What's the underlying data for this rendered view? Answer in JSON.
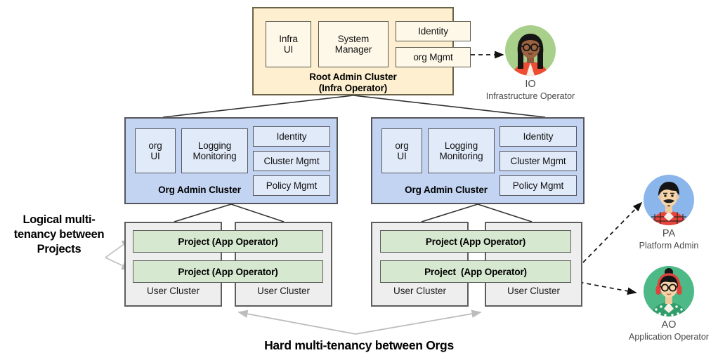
{
  "diagram": {
    "title_bottom": "Hard multi-tenancy between Orgs",
    "note_left": "Logical multi-tenancy between Projects",
    "colors": {
      "root_fill": "#fdefcf",
      "root_module_fill": "#fdf8e8",
      "org_fill": "#c3d4f2",
      "org_module_fill": "#e1eaf9",
      "user_cluster_fill": "#eeeeee",
      "project_fill": "#d6e8d0",
      "edge_stroke": "#333333",
      "gray_arrow": "#bdbdbd",
      "io_circle": "#a8d08a",
      "pa_circle": "#8ab6ec",
      "ao_circle": "#4cb986"
    }
  },
  "root_cluster": {
    "title_line1": "Root Admin Cluster",
    "title_line2": "(Infra Operator)",
    "modules": [
      {
        "label": "Infra\nUI",
        "label_line1": "Infra",
        "label_line2": "UI"
      },
      {
        "label_line1": "System",
        "label_line2": "Manager"
      },
      {
        "label": "Identity"
      },
      {
        "label": "org Mgmt"
      }
    ]
  },
  "org_clusters": [
    {
      "title": "Org Admin Cluster",
      "modules": [
        {
          "label_line1": "org",
          "label_line2": "UI"
        },
        {
          "label_line1": "Logging",
          "label_line2": "Monitoring"
        },
        {
          "label": "Identity"
        },
        {
          "label": "Cluster Mgmt"
        },
        {
          "label": "Policy Mgmt"
        }
      ]
    },
    {
      "title": "Org Admin Cluster",
      "modules": [
        {
          "label_line1": "org",
          "label_line2": "UI"
        },
        {
          "label_line1": "Logging",
          "label_line2": "Monitoring"
        },
        {
          "label": "Identity"
        },
        {
          "label": "Cluster Mgmt"
        },
        {
          "label": "Policy Mgmt"
        }
      ]
    }
  ],
  "user_clusters": [
    {
      "label": "User Cluster"
    },
    {
      "label": "User Cluster"
    },
    {
      "label": "User Cluster"
    },
    {
      "label": "User Cluster"
    }
  ],
  "projects": [
    {
      "label": "Project (App Operator)"
    },
    {
      "label": "Project (App Operator)"
    },
    {
      "label": "Project (App Operator)"
    },
    {
      "label": "Project  (App Operator)"
    }
  ],
  "personas": [
    {
      "code": "IO",
      "role": "Infrastructure Operator"
    },
    {
      "code": "PA",
      "role": "Platform Admin"
    },
    {
      "code": "AO",
      "role": "Application Operator"
    }
  ]
}
